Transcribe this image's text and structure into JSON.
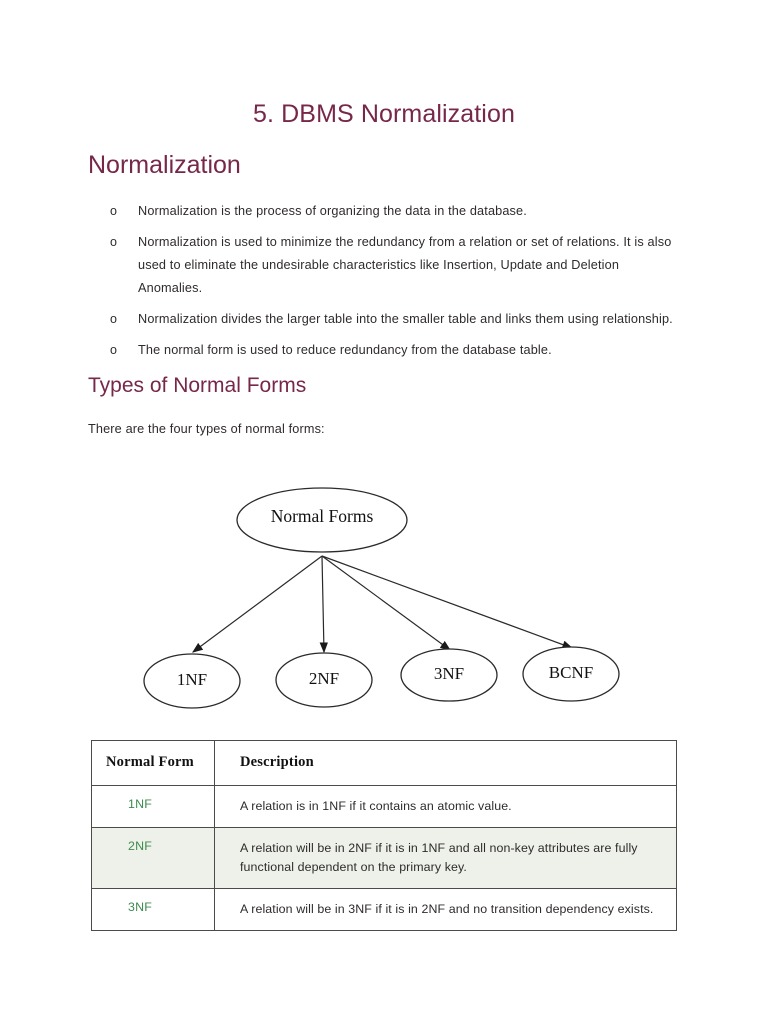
{
  "document": {
    "title": "5. DBMS Normalization",
    "section_heading": "Normalization",
    "bullets": [
      {
        "marker": "o",
        "text": "Normalization is the process of organizing the data in the database."
      },
      {
        "marker": "o",
        "text": "Normalization is used to minimize the redundancy from a relation or set of relations. It is also used to eliminate the undesirable characteristics like Insertion, Update and Deletion Anomalies."
      },
      {
        "marker": "o",
        "text": "Normalization divides the larger table into the smaller table and links them using relationship."
      },
      {
        "marker": "o",
        "text": "The normal form is used to reduce redundancy from the database table."
      }
    ],
    "types_heading": "Types of Normal Forms",
    "intro_line": "There are the four types of normal forms:"
  },
  "diagram": {
    "root": "Normal Forms",
    "children": [
      "1NF",
      "2NF",
      "3NF",
      "BCNF"
    ]
  },
  "table": {
    "headers": [
      "Normal Form",
      "Description"
    ],
    "rows": [
      {
        "form": "1NF",
        "description": "A relation is in 1NF if it contains an atomic value."
      },
      {
        "form": "2NF",
        "description": "A relation will be in 2NF if it is in 1NF and all non-key attributes are fully functional dependent on the primary key."
      },
      {
        "form": "3NF",
        "description": "A relation will be in 3NF if it is in 2NF and no transition dependency exists."
      }
    ]
  },
  "colors": {
    "heading": "#77284a",
    "body": "#2f2b2c",
    "table_nf": "#3f8a4e",
    "table_alt_row": "#edf1e9",
    "table_border": "#4b4b4b"
  }
}
